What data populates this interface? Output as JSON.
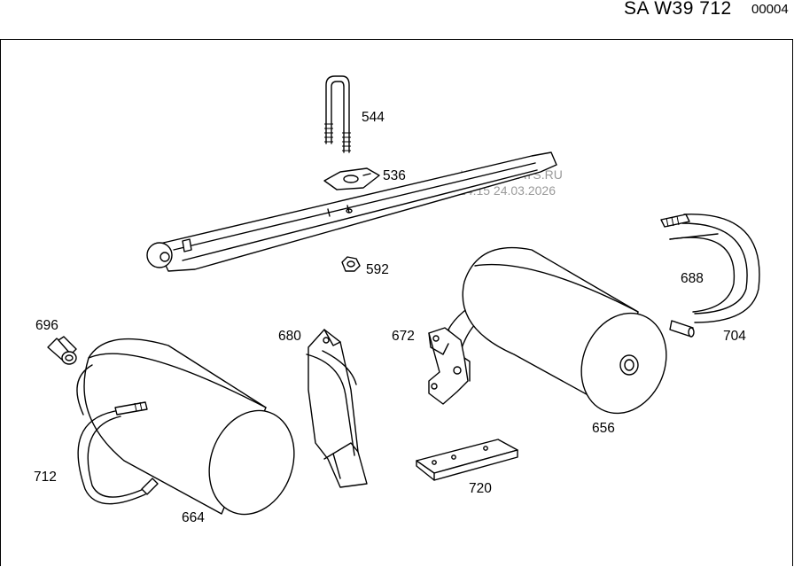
{
  "header": {
    "code": "SA W39 712",
    "number": "00004"
  },
  "watermark": {
    "line1": "WWW.ILCATS.RU",
    "line2": "14:15 24.03.2026"
  },
  "parts": [
    {
      "id": "544"
    },
    {
      "id": "536"
    },
    {
      "id": "592"
    },
    {
      "id": "688"
    },
    {
      "id": "704"
    },
    {
      "id": "696"
    },
    {
      "id": "680"
    },
    {
      "id": "672"
    },
    {
      "id": "656"
    },
    {
      "id": "712"
    },
    {
      "id": "664"
    },
    {
      "id": "720"
    }
  ]
}
